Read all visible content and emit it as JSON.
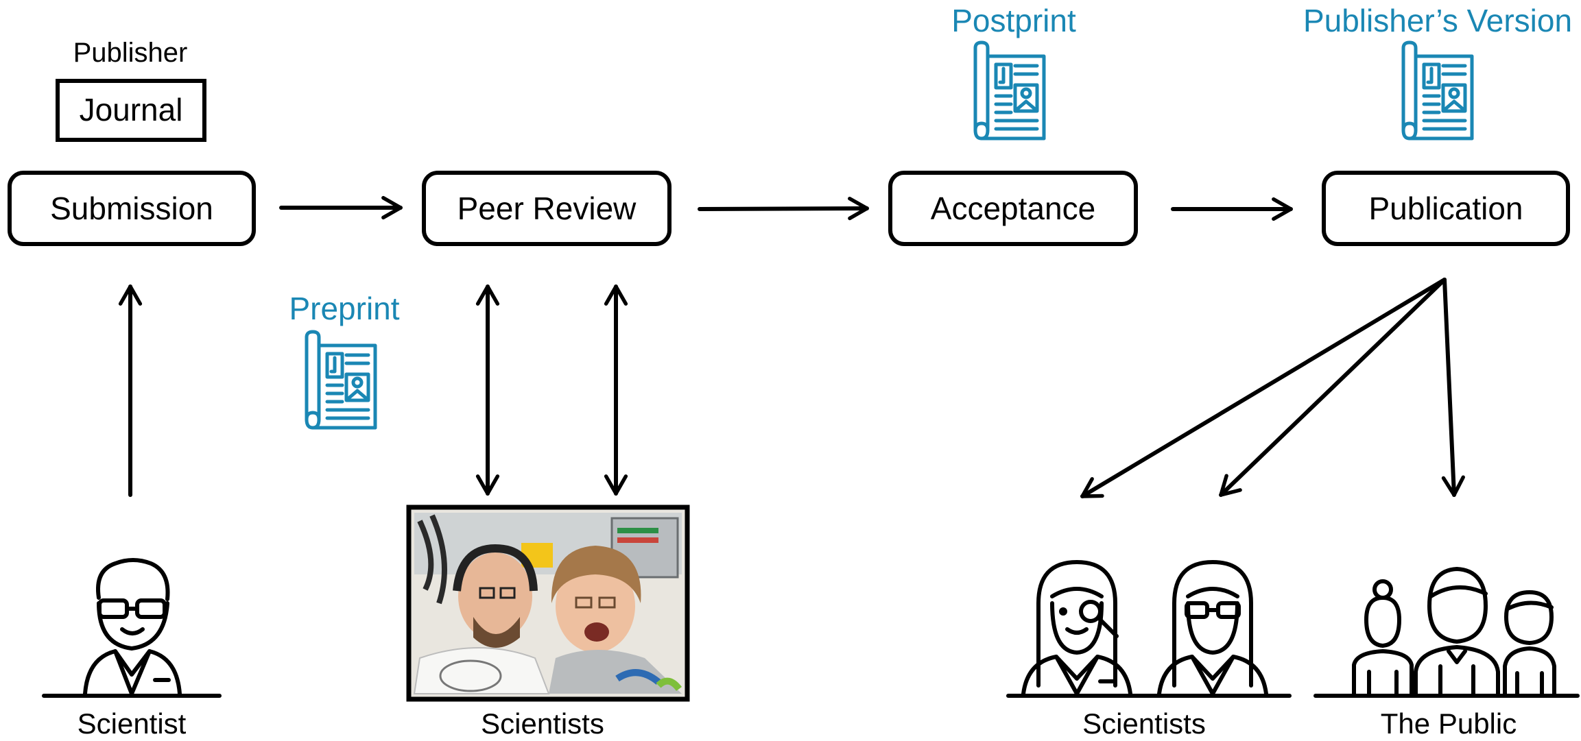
{
  "publisher": {
    "label": "Publisher",
    "journal_label": "Journal"
  },
  "stages": {
    "submission": "Submission",
    "peer_review": "Peer Review",
    "acceptance": "Acceptance",
    "publication": "Publication"
  },
  "versions": {
    "preprint": "Preprint",
    "postprint": "Postprint",
    "publishers_version": "Publisher’s Version"
  },
  "actors": {
    "author": "Scientist",
    "reviewers": "Scientists",
    "readers_scientists": "Scientists",
    "readers_public": "The Public"
  },
  "colors": {
    "accent": "#1a87b4",
    "ink": "#000000"
  }
}
